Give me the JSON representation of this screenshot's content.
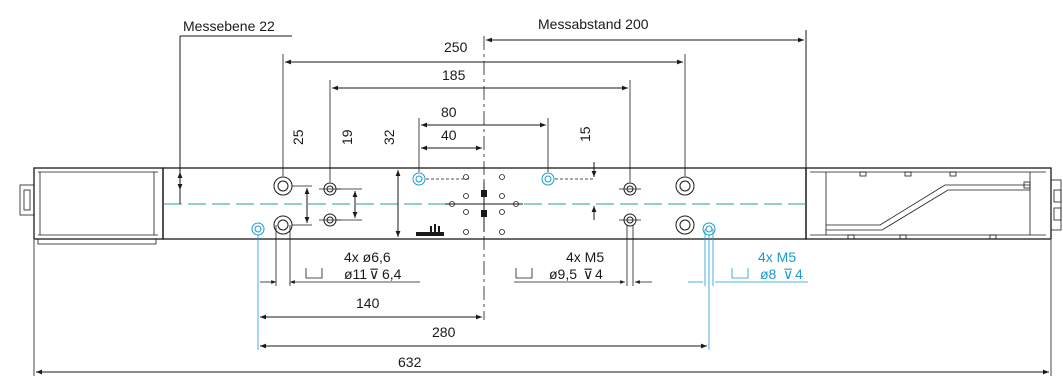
{
  "labels": {
    "messebene": "Messebene 22",
    "messabstand": "Messabstand 200",
    "dim_250": "250",
    "dim_185": "185",
    "dim_80": "80",
    "dim_40": "40",
    "dim_25": "25",
    "dim_19": "19",
    "dim_32": "32",
    "dim_15": "15",
    "dim_140": "140",
    "dim_280": "280",
    "dim_632": "632"
  },
  "holes": {
    "left_line1": "4x ø6,6",
    "left_line2": "ø11",
    "left_depth": "6,4",
    "mid_line1": "4x M5",
    "mid_line2": "ø9,5",
    "mid_depth": "4",
    "right_line1": "4x M5",
    "right_line2": "ø8",
    "right_depth": "4",
    "depth_symbol": "⊽"
  },
  "colors": {
    "line": "#1a1a1a",
    "accent_blue": "#1a9bd0",
    "centerline_green": "#2aa58a"
  }
}
